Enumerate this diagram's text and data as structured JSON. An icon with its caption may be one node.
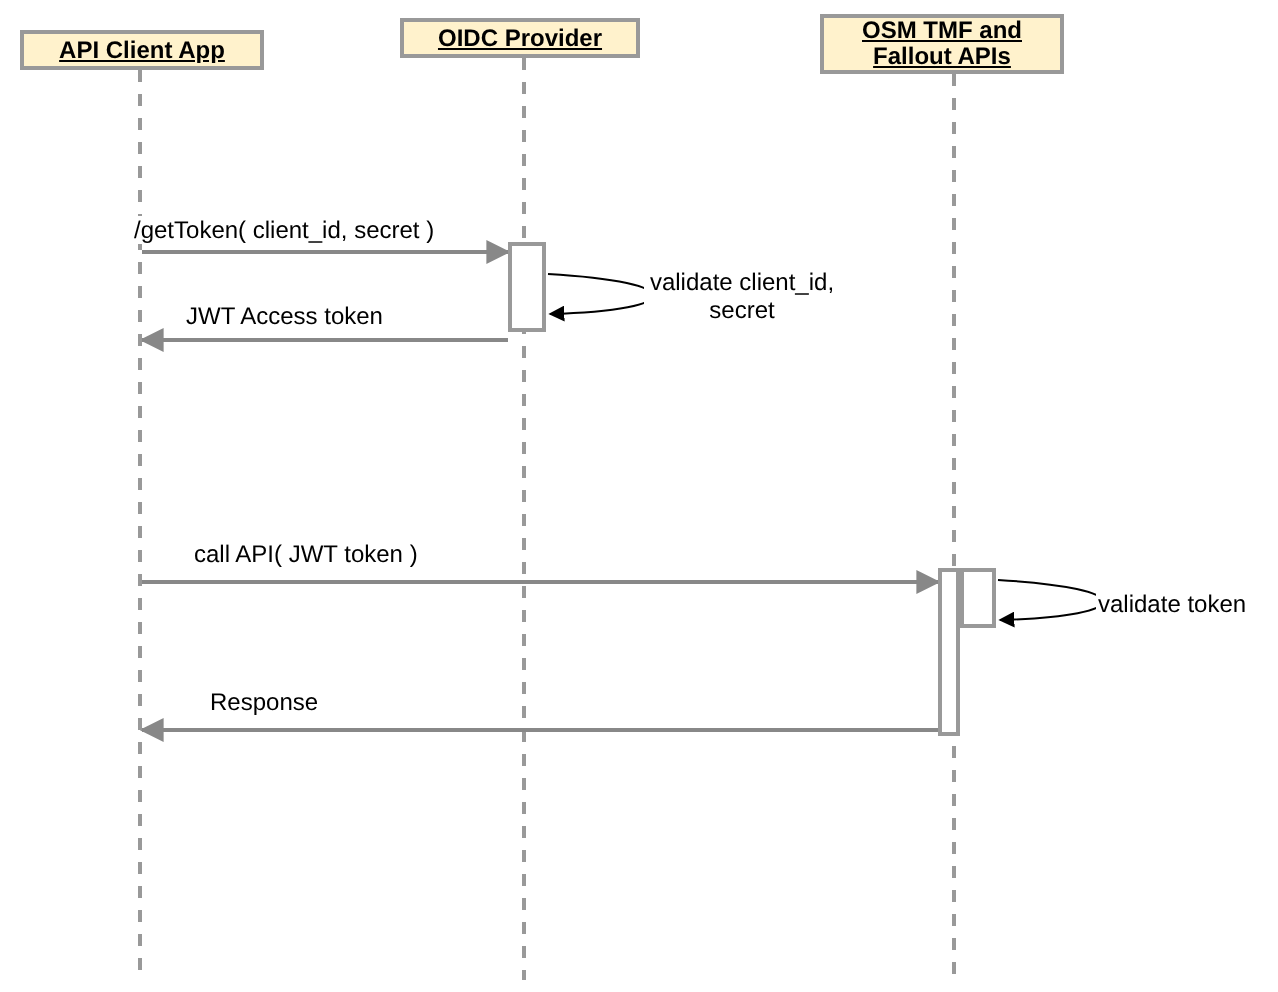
{
  "diagram": {
    "nodes": [
      {
        "text": [
          "API Client App"
        ]
      },
      {
        "text": [
          "OIDC Provider"
        ]
      },
      {
        "text": [
          "OSM TMF and Fallout APIs"
        ]
      },
      {
        "text": [],
        "shape": "bar"
      },
      {
        "text": [],
        "shape": "bar"
      },
      {
        "text": [],
        "shape": "bar"
      },
      {
        "text": [],
        "shape": "line"
      }
    ],
    "edges": [
      {
        "from": 6,
        "to": 3,
        "arrow": "to",
        "label": "/getToken( client_id, secret )"
      },
      {
        "from": 3,
        "to": 3,
        "arrow": "to",
        "label": "validate client_id, secret",
        "color": "#000000"
      },
      {
        "from": 3,
        "to": 6,
        "arrow": "to",
        "label": "JWT Access token"
      },
      {
        "from": 6,
        "to": 4,
        "arrow": "to",
        "label": "call API( JWT token )"
      },
      {
        "from": 5,
        "to": 5,
        "arrow": "to",
        "label": "validate token",
        "color": "#000000"
      },
      {
        "from": 4,
        "to": 6,
        "arrow": "to",
        "label": "Response"
      }
    ]
  }
}
